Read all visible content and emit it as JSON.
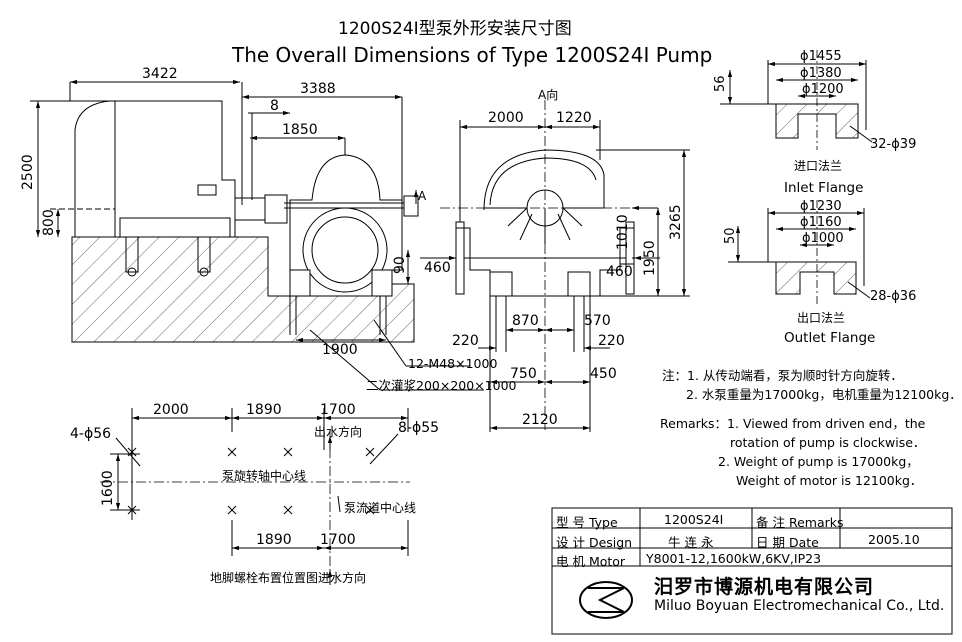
{
  "title": {
    "cn": "1200S24Ⅰ型泵外形安装尺寸图",
    "en": "The Overall Dimensions of Type 1200S24Ⅰ Pump"
  },
  "side_view": {
    "dims": [
      "3422",
      "3388",
      "8",
      "1850",
      "2500",
      "800",
      "90",
      "1900"
    ],
    "view_marker": "A",
    "callout_bolts": "12-M48×1000",
    "callout_grout": "二次灌浆200×200×1000"
  },
  "a_view": {
    "label": "A向",
    "dims": [
      "2000",
      "1220",
      "3265",
      "1950",
      "1010",
      "460",
      "460",
      "870",
      "570",
      "220",
      "220",
      "750",
      "450",
      "2120"
    ]
  },
  "inlet_flange": {
    "dims": [
      "ϕ1455",
      "ϕ1380",
      "ϕ1200",
      "56",
      "32-ϕ39"
    ],
    "label_cn": "进口法兰",
    "label_en": "Inlet Flange"
  },
  "outlet_flange": {
    "dims": [
      "ϕ1230",
      "ϕ1160",
      "ϕ1000",
      "50",
      "28-ϕ36"
    ],
    "label_cn": "出口法兰",
    "label_en": "Outlet Flange"
  },
  "bolt_layout": {
    "dims_top": [
      "2000",
      "1890",
      "1700"
    ],
    "dims_bottom": [
      "1890",
      "1700"
    ],
    "dim_side": "1600",
    "holes_left": "4-ϕ56",
    "holes_right": "8-ϕ55",
    "label_outlet_dir": "出水方向",
    "label_inlet_dir": "进水方向",
    "label_shaft_center": "泵旋转轴中心线",
    "label_channel_center": "泵流道中心线",
    "label_layout": "地脚螺栓布置位置图"
  },
  "notes_cn": {
    "line1": "注：1. 从传动端看，泵为顺时针方向旋转．",
    "line2": "2. 水泵重量为17000kg，电机重量为12100kg．"
  },
  "notes_en": {
    "line1": "Remarks：1. Viewed from driven end，the",
    "line2": "rotation of pump is  clockwise．",
    "line3": "2. Weight of pump is 17000kg，",
    "line4": "Weight of motor is 12100kg．"
  },
  "title_block": {
    "type_label": "型 号 Type",
    "type_value": "1200S24Ⅰ",
    "remarks_label": "备 注 Remarks",
    "design_label": "设 计 Design",
    "design_value": "牛 连 永",
    "date_label": "日 期 Date",
    "date_value": "2005.10",
    "motor_label": "电 机 Motor",
    "motor_value": "Y8001-12,1600kW,6KV,IP23"
  },
  "company": {
    "name_cn": "汨罗市博源机电有限公司",
    "name_en": "Miluo Boyuan Electromechanical Co., Ltd."
  }
}
